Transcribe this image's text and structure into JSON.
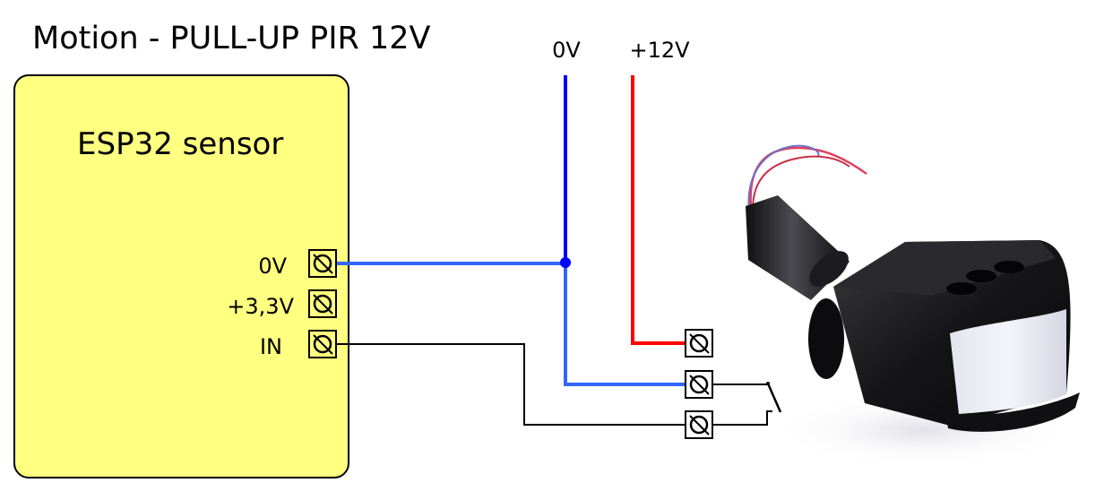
{
  "title": "Motion - PULL-UP PIR 12V",
  "rails": {
    "zero": {
      "label": "0V",
      "color": "#0000ff"
    },
    "plus12": {
      "label": "+12V",
      "color": "#ff0000"
    }
  },
  "wire_colors": {
    "ground": "#3366ff",
    "signal": "#000000"
  },
  "esp_box": {
    "title": "ESP32 sensor",
    "fill": "#ffff80",
    "terminals": [
      {
        "label": "0V"
      },
      {
        "label": "+3,3V"
      },
      {
        "label": "IN"
      }
    ]
  },
  "pir": {
    "terminals": [
      {
        "connects_to": "+12V"
      },
      {
        "connects_to": "0V"
      },
      {
        "connects_to": "IN"
      }
    ],
    "switch": "normally-open contact",
    "photo": "PIR motion sensor (black housing, white dome lens, red/blue wires)"
  }
}
